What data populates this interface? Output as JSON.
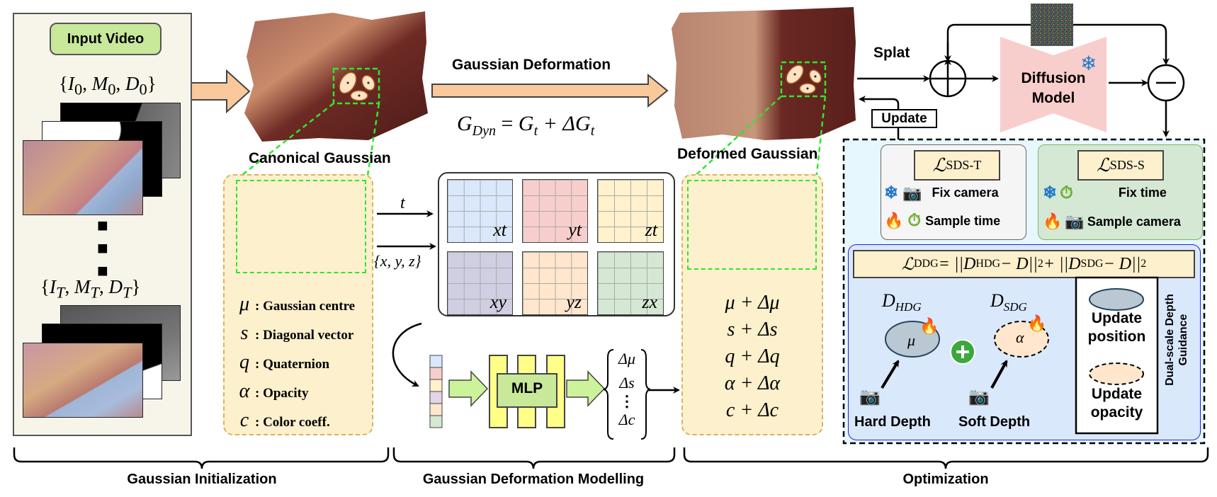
{
  "figure": {
    "sections": [
      {
        "id": "init",
        "label": "Gaussian Initialization"
      },
      {
        "id": "deform",
        "label": "Gaussian Deformation Modelling"
      },
      {
        "id": "opt",
        "label": "Optimization"
      }
    ]
  },
  "input": {
    "badge": "Input Video",
    "first_frame_set": "{I₀, M₀, D₀}",
    "last_frame_set": "{I_T, M_T, D_T}",
    "first_frame": {
      "base": "{",
      "items": [
        [
          "I",
          "0"
        ],
        [
          "M",
          "0"
        ],
        [
          "D",
          "0"
        ]
      ],
      "close": "}"
    },
    "last_frame": {
      "base": "{",
      "items": [
        [
          "I",
          "T"
        ],
        [
          "M",
          "T"
        ],
        [
          "D",
          "T"
        ]
      ],
      "close": "}"
    },
    "ellipsis": "⋮"
  },
  "canonical": {
    "label": "Canonical Gaussian",
    "attributes": [
      {
        "symbol": "μ",
        "desc": ": Gaussian centre"
      },
      {
        "symbol": "s",
        "desc": ": Diagonal vector"
      },
      {
        "symbol": "q",
        "desc": ": Quaternion"
      },
      {
        "symbol": "α",
        "desc": ": Opacity"
      },
      {
        "symbol": "c",
        "desc": ": Color coeff."
      }
    ]
  },
  "deformation": {
    "arrow_label": "Gaussian Deformation",
    "equation": {
      "lhs": "G",
      "lhs_sub": "Dyn",
      "eq": " = ",
      "g": "G",
      "g_sub": "t",
      "plus": " + ΔG",
      "dg_sub": "t"
    },
    "input_t": "t",
    "input_xyz": "{x, y, z}",
    "planes": [
      "xt",
      "yt",
      "zt",
      "xy",
      "yz",
      "zx"
    ],
    "plane_colors": [
      "#dae8fc",
      "#f8cecc",
      "#fff2cc",
      "#d0cee2",
      "#ffe6cc",
      "#d5e8d4"
    ],
    "mlp_label": "MLP",
    "outputs": [
      "Δμ",
      "Δs",
      "⋮",
      "Δc"
    ]
  },
  "deformed": {
    "label": "Deformed Gaussian",
    "updates": [
      "μ + Δμ",
      "s + Δs",
      "q + Δq",
      "α + Δα",
      "c + Δc"
    ]
  },
  "optimization": {
    "splat_label": "Splat",
    "update_label": "Update",
    "diffusion_label_1": "Diffusion",
    "diffusion_label_2": "Model",
    "sds_t": {
      "symbol": "ℒ",
      "sub": "SDS-T",
      "row1": "Fix camera",
      "row2": "Sample time"
    },
    "sds_s": {
      "symbol": "ℒ",
      "sub": "SDS-S",
      "row1": "Fix time",
      "row2": "Sample camera"
    },
    "ddg_equation": {
      "lhs": "ℒ",
      "lhs_sub": "DDG",
      "rest1": " = ||D",
      "sub1": "HDG",
      "rest2": " − D||",
      "n1": "2",
      "rest3": " + ||D",
      "sub2": "SDG",
      "rest4": " − D||",
      "n2": "2"
    },
    "hdg": {
      "symbol": "D",
      "sub": "HDG",
      "inner": "μ",
      "caption": "Hard Depth"
    },
    "sdg": {
      "symbol": "D",
      "sub": "SDG",
      "inner": "α",
      "caption": "Soft Depth"
    },
    "legend": {
      "position_label_1": "Update",
      "position_label_2": "position",
      "opacity_label_1": "Update",
      "opacity_label_2": "opacity"
    },
    "vertical_label_1": "Dual-scale Depth",
    "vertical_label_2": "Guidance"
  },
  "colors": {
    "accent_orange": "#f9c99b",
    "green_dash": "#2ee62e",
    "yellow_panel": "#fdf0cc",
    "diffusion_pink": "#f8cecc",
    "ddg_blue": "#dae8fc",
    "opt_bg": "#e6f7fd",
    "sds_s_green": "#d5e8d4",
    "sds_t_gray": "#f5f5f5"
  }
}
